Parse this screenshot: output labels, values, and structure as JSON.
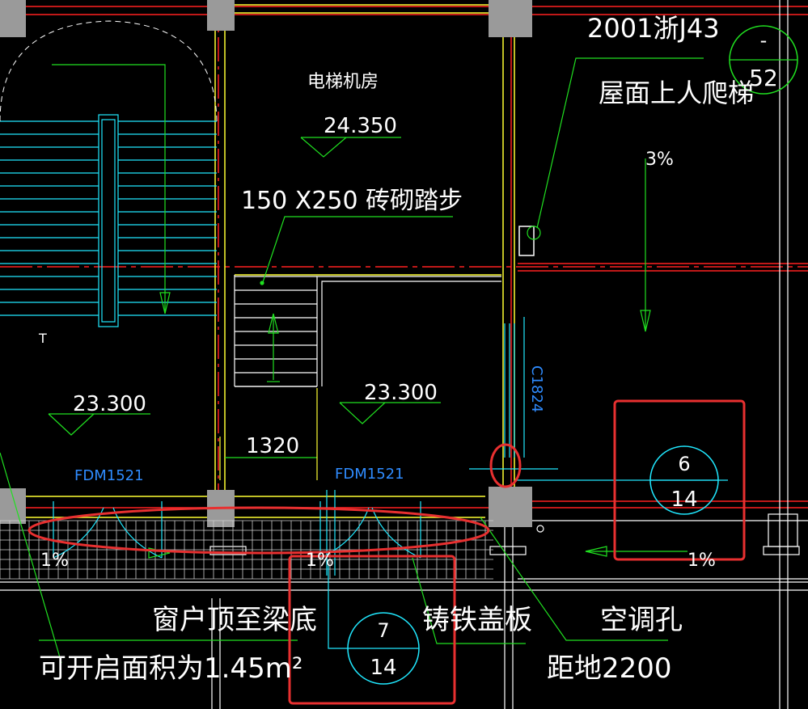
{
  "labels": {
    "ref_2001": "2001浙J43",
    "roof_ladder": "屋面上人爬梯",
    "elevator_room": "电梯机房",
    "elev_24350": "24.350",
    "brick_steps": "150 X250 砖砌踏步",
    "slope_3pct": "3%",
    "elev_23300_left": "23.300",
    "elev_23300_mid": "23.300",
    "dim_1320": "1320",
    "door_fdm_left": "FDM1521",
    "door_fdm_mid": "FDM1521",
    "window_c1824": "C1824",
    "slope_1pct_a": "1%",
    "slope_1pct_b": "1%",
    "slope_1pct_c": "1%",
    "window_top_beam": "窗户顶至梁底",
    "openable_area": "可开启面积为1.45m²",
    "cast_iron_cover": "铸铁盖板",
    "ac_hole": "空调孔",
    "distance_2200": "距地2200",
    "symbol_t": "T"
  },
  "detail_callouts": [
    {
      "top": "-",
      "bottom": "52"
    },
    {
      "top": "6",
      "bottom": "14"
    },
    {
      "top": "7",
      "bottom": "14"
    }
  ],
  "colors": {
    "wall": "#ffff33",
    "axis": "#ff2020",
    "leader": "#20e020",
    "stair": "#20e8ff",
    "dim_text": "#ffffff",
    "door_text": "#2f8cff",
    "highlight": "#e83030",
    "column": "#9a9a9a"
  }
}
